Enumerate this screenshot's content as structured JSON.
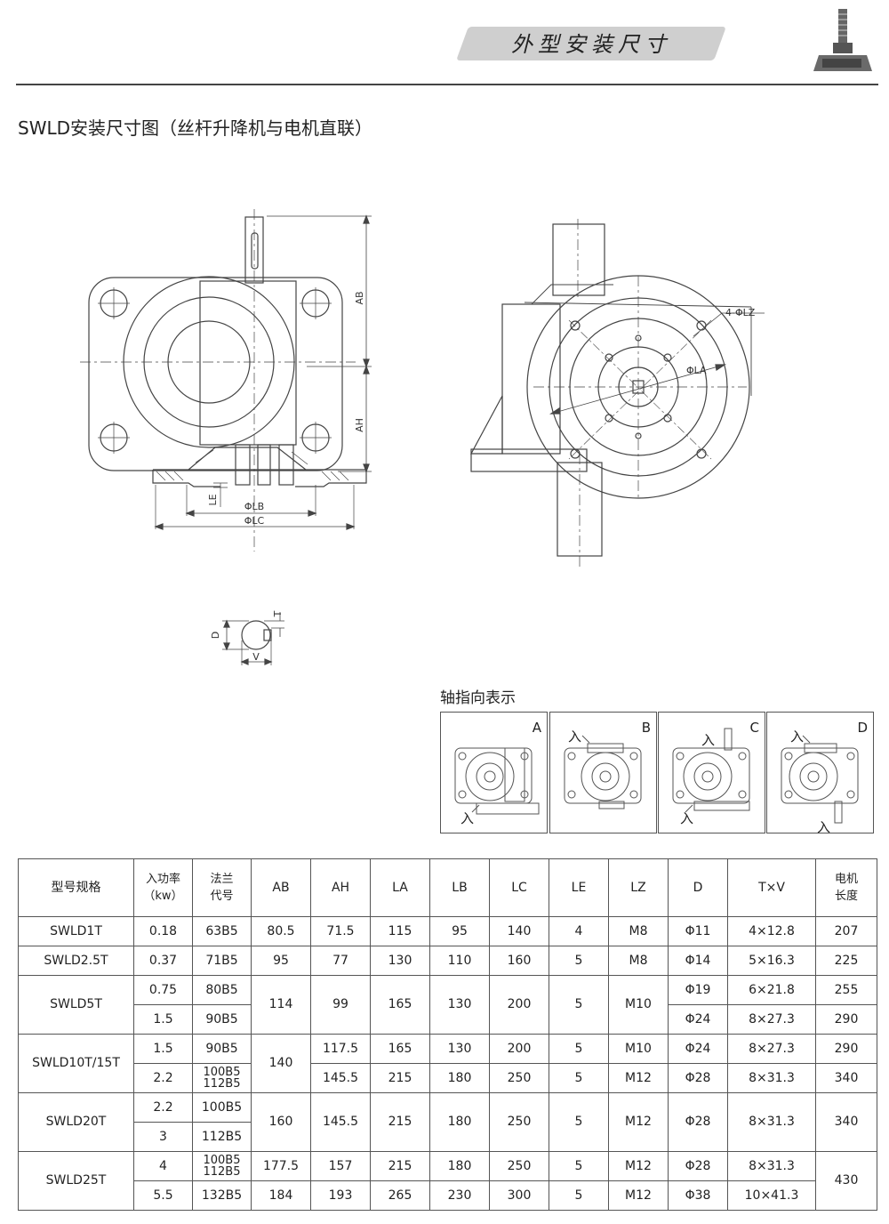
{
  "header": {
    "banner_title": "外型安装尺寸",
    "subtitle": "SWLD安装尺寸图（丝杆升降机与电机直联）"
  },
  "drawing": {
    "front_labels": {
      "ab": "AB",
      "ah": "AH",
      "le": "LE",
      "lb": "ΦLB",
      "lc": "ΦLC"
    },
    "side_labels": {
      "lz": "4-ΦLZ",
      "la": "ΦLA"
    },
    "key_labels": {
      "d": "D",
      "t": "T",
      "v": "V"
    }
  },
  "shaft_direction": {
    "caption": "轴指向表示",
    "panels": [
      {
        "letter": "A",
        "input": "入"
      },
      {
        "letter": "B",
        "input": "入"
      },
      {
        "letter": "C",
        "input": "入"
      },
      {
        "letter": "D",
        "input": "入"
      }
    ]
  },
  "table": {
    "headers": {
      "model": "型号规格",
      "power_l1": "入功率",
      "power_l2": "（kw）",
      "flange_l1": "法兰",
      "flange_l2": "代号",
      "ab": "AB",
      "ah": "AH",
      "la": "LA",
      "lb": "LB",
      "lc": "LC",
      "le": "LE",
      "lz": "LZ",
      "d": "D",
      "txv": "T×V",
      "motor_l1": "电机",
      "motor_l2": "长度"
    },
    "rows": {
      "swld1t": {
        "model": "SWLD1T",
        "power": "0.18",
        "flange": "63B5",
        "ab": "80.5",
        "ah": "71.5",
        "la": "115",
        "lb": "95",
        "lc": "140",
        "le": "4",
        "lz": "M8",
        "d": "Φ11",
        "txv": "4×12.8",
        "motor": "207"
      },
      "swld2_5t": {
        "model": "SWLD2.5T",
        "power": "0.37",
        "flange": "71B5",
        "ab": "95",
        "ah": "77",
        "la": "130",
        "lb": "110",
        "lc": "160",
        "le": "5",
        "lz": "M8",
        "d": "Φ14",
        "txv": "5×16.3",
        "motor": "225"
      },
      "swld5t": {
        "model": "SWLD5T",
        "ab": "114",
        "ah": "99",
        "la": "165",
        "lb": "130",
        "lc": "200",
        "le": "5",
        "lz": "M10",
        "sub": [
          {
            "power": "0.75",
            "flange": "80B5",
            "d": "Φ19",
            "txv": "6×21.8",
            "motor": "255"
          },
          {
            "power": "1.5",
            "flange": "90B5",
            "d": "Φ24",
            "txv": "8×27.3",
            "motor": "290"
          }
        ]
      },
      "swld10t": {
        "model": "SWLD10T/15T",
        "ab": "140",
        "sub": [
          {
            "power": "1.5",
            "flange": "90B5",
            "ah": "117.5",
            "la": "165",
            "lb": "130",
            "lc": "200",
            "le": "5",
            "lz": "M10",
            "d": "Φ24",
            "txv": "8×27.3",
            "motor": "290"
          },
          {
            "power": "2.2",
            "flange_l1": "100B5",
            "flange_l2": "112B5",
            "ah": "145.5",
            "la": "215",
            "lb": "180",
            "lc": "250",
            "le": "5",
            "lz": "M12",
            "d": "Φ28",
            "txv": "8×31.3",
            "motor": "340"
          }
        ]
      },
      "swld20t": {
        "model": "SWLD20T",
        "ab": "160",
        "ah": "145.5",
        "la": "215",
        "lb": "180",
        "lc": "250",
        "le": "5",
        "lz": "M12",
        "d": "Φ28",
        "txv": "8×31.3",
        "motor": "340",
        "sub": [
          {
            "power": "2.2",
            "flange": "100B5"
          },
          {
            "power": "3",
            "flange": "112B5"
          }
        ]
      },
      "swld25t": {
        "model": "SWLD25T",
        "motor": "430",
        "sub": [
          {
            "power": "4",
            "flange_l1": "100B5",
            "flange_l2": "112B5",
            "ab": "177.5",
            "ah": "157",
            "la": "215",
            "lb": "180",
            "lc": "250",
            "le": "5",
            "lz": "M12",
            "d": "Φ28",
            "txv": "8×31.3"
          },
          {
            "power": "5.5",
            "flange": "132B5",
            "ab": "184",
            "ah": "193",
            "la": "265",
            "lb": "230",
            "lc": "300",
            "le": "5",
            "lz": "M12",
            "d": "Φ38",
            "txv": "10×41.3"
          }
        ]
      }
    }
  }
}
